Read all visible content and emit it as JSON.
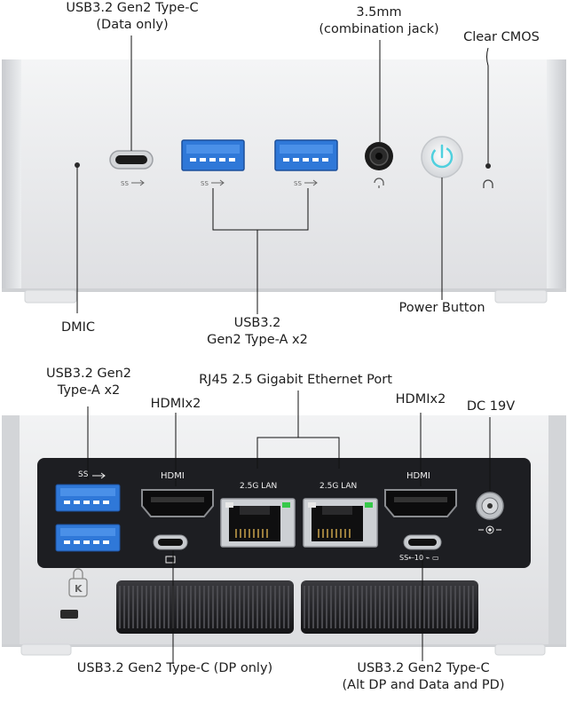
{
  "front": {
    "usb_c_label": [
      "USB3.2 Gen2 Type-C",
      "(Data only)"
    ],
    "jack_label": [
      "3.5mm",
      "(combination jack)"
    ],
    "cmos_label": "Clear CMOS",
    "dmic_label": "DMIC",
    "usba_label": [
      "USB3.2",
      "Gen2 Type-A x2"
    ],
    "power_label": "Power Button",
    "ss_mark": "SS"
  },
  "rear": {
    "usba_label": [
      "USB3.2 Gen2",
      "Type-A x2"
    ],
    "rj45_label": "RJ45  2.5 Gigabit Ethernet Port",
    "hdmi_left_label": "HDMIx2",
    "hdmi_right_label": "HDMIx2",
    "dc_label": "DC 19V",
    "hdmi_print": "HDMI",
    "lan_print": "2.5G LAN",
    "usbc_dp_label": "USB3.2 Gen2 Type-C (DP only)",
    "usbc_full_label": [
      "USB3.2 Gen2 Type-C",
      "(Alt DP and Data and PD)"
    ],
    "ss_mark": "SS",
    "usbc_full_print": "SS⇠10 ⌁ ▭"
  },
  "colors": {
    "case": "#e9eaec",
    "panel": "#1d1e22",
    "usb_blue": "#2f78d8",
    "power_ring": "#4fd0de"
  }
}
